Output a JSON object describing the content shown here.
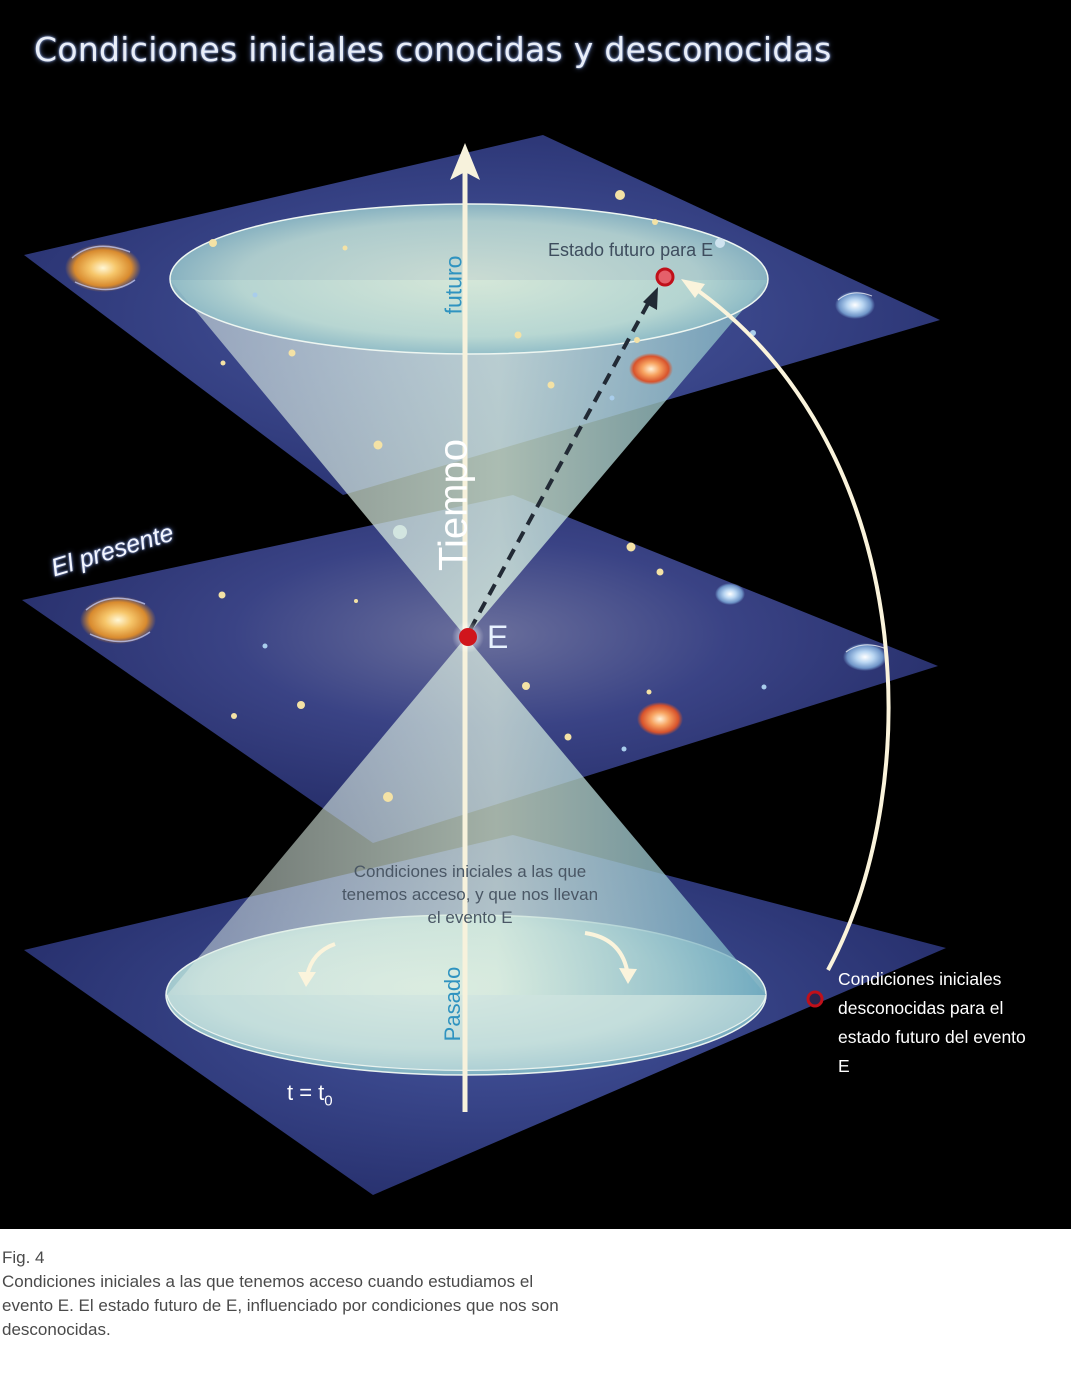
{
  "title": "Condiciones iniciales conocidas y desconocidas",
  "labels": {
    "presente": "El presente",
    "event": "E",
    "future_state": "Estado futuro para E",
    "known_conditions": "Condiciones iniciales a las que tenemos acceso, y que nos llevan el evento E",
    "unknown_conditions": "Condiciones iniciales desconocidas para el estado futuro del evento E",
    "time_axis": "Tiempo",
    "future_axis": "futuro",
    "past_axis": "Pasado",
    "t_symbol": "t = t",
    "t_subscript": "0"
  },
  "caption": {
    "fig": "Fig. 4",
    "text": "Condiciones iniciales a las que tenemos acceso cuando estudiamos el evento E. El estado futuro de E, influenciado por condiciones que nos son desconocidas."
  },
  "colors": {
    "background": "#000000",
    "plane": "#2e3a7a",
    "cone": "#cfe6e4",
    "event": "#d0151c",
    "axis_label": "#2f93c0"
  }
}
